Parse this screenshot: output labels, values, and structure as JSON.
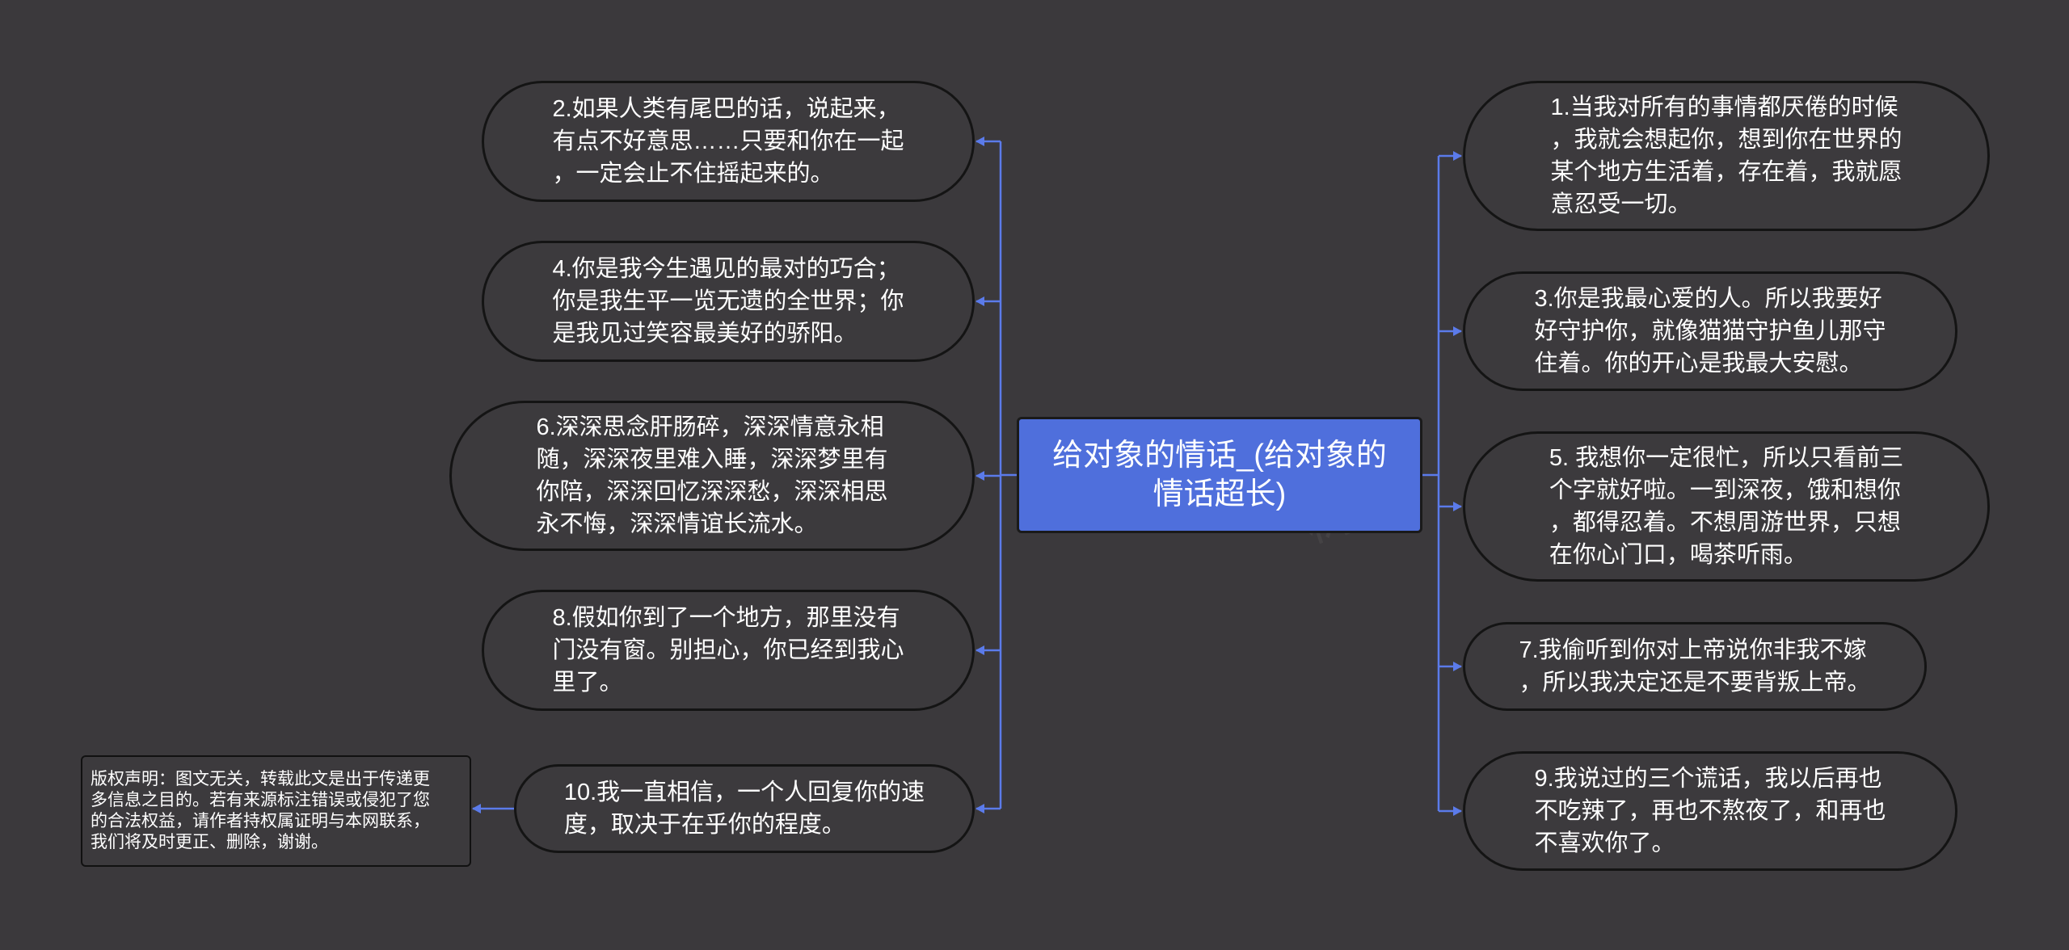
{
  "center": {
    "text": "给对象的情话_(给对象的\n情话超长)"
  },
  "right_nodes": [
    {
      "id": "1",
      "text": "1.当我对所有的事情都厌倦的时候\n，我就会想起你，想到你在世界的\n某个地方生活着，存在着，我就愿\n意忍受一切。"
    },
    {
      "id": "3",
      "text": "3.你是我最心爱的人。所以我要好\n好守护你，就像猫猫守护鱼儿那守\n住着。你的开心是我最大安慰。"
    },
    {
      "id": "5",
      "text": "5. 我想你一定很忙，所以只看前三\n个字就好啦。一到深夜，饿和想你\n，都得忍着。不想周游世界，只想\n在你心门口，喝茶听雨。"
    },
    {
      "id": "7",
      "text": "7.我偷听到你对上帝说你非我不嫁\n，所以我决定还是不要背叛上帝。"
    },
    {
      "id": "9",
      "text": "9.我说过的三个谎话，我以后再也\n不吃辣了，再也不熬夜了，和再也\n不喜欢你了。"
    }
  ],
  "left_nodes": [
    {
      "id": "2",
      "text": "2.如果人类有尾巴的话，说起来，\n有点不好意思……只要和你在一起\n，一定会止不住摇起来的。"
    },
    {
      "id": "4",
      "text": "4.你是我今生遇见的最对的巧合；\n你是我生平一览无遗的全世界；你\n是我见过笑容最美好的骄阳。"
    },
    {
      "id": "6",
      "text": "6.深深思念肝肠碎，深深情意永相\n随，深深夜里难入睡，深深梦里有\n你陪，深深回忆深深愁，深深相思\n永不悔，深深情谊长流水。"
    },
    {
      "id": "8",
      "text": "8.假如你到了一个地方，那里没有\n门没有窗。别担心，你已经到我心\n里了。"
    },
    {
      "id": "10",
      "text": "10.我一直相信，一个人回复你的速\n度，取决于在乎你的程度。"
    }
  ],
  "copyright": {
    "text": "版权声明：图文无关，转载此文是出于传递更\n多信息之目的。若有来源标注错误或侵犯了您\n的合法权益，请作者持权属证明与本网联系，\n我们将及时更正、删除，谢谢。"
  },
  "watermark": "树图",
  "colors": {
    "background": "#3b393c",
    "node_fill": "#3c3a3d",
    "node_border": "#141414",
    "center_fill": "#4f6fdc",
    "connector": "#5b7bea",
    "text": "#ffffff"
  }
}
